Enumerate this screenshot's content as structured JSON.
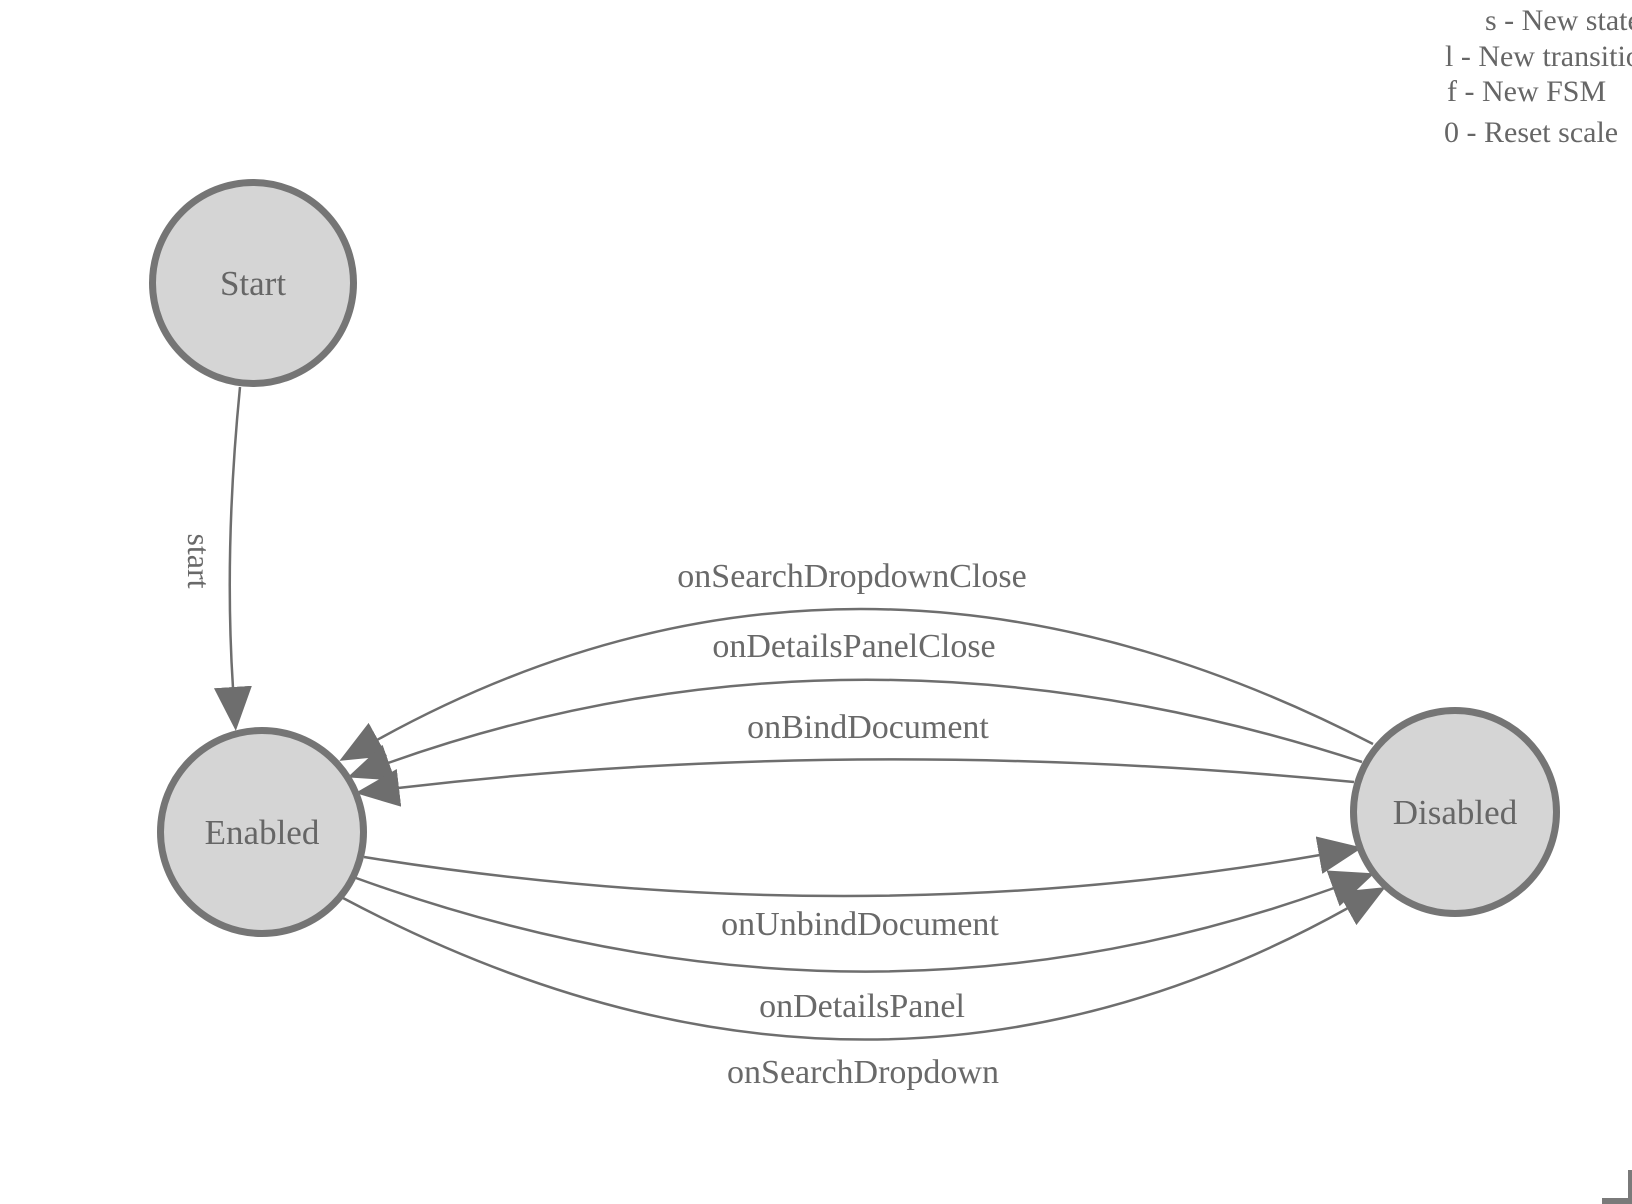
{
  "diagram": {
    "nodes": [
      {
        "id": "start",
        "label": "Start"
      },
      {
        "id": "enabled",
        "label": "Enabled"
      },
      {
        "id": "disabled",
        "label": "Disabled"
      }
    ],
    "initial_transition": {
      "label": "start",
      "from": "Start",
      "to": "Enabled"
    },
    "transitions": [
      {
        "label": "onSearchDropdownClose",
        "from": "Disabled",
        "to": "Enabled"
      },
      {
        "label": "onDetailsPanelClose",
        "from": "Disabled",
        "to": "Enabled"
      },
      {
        "label": "onBindDocument",
        "from": "Disabled",
        "to": "Enabled"
      },
      {
        "label": "onUnbindDocument",
        "from": "Enabled",
        "to": "Disabled"
      },
      {
        "label": "onDetailsPanel",
        "from": "Enabled",
        "to": "Disabled"
      },
      {
        "label": "onSearchDropdown",
        "from": "Enabled",
        "to": "Disabled"
      }
    ]
  },
  "legend": [
    {
      "shortcut": "s",
      "text": "s - New state"
    },
    {
      "shortcut": "l",
      "text": "l - New transition"
    },
    {
      "shortcut": "f",
      "text": "f - New FSM"
    },
    {
      "shortcut": "0",
      "text": "0 - Reset scale"
    }
  ],
  "colors": {
    "node_fill": "#d5d5d5",
    "node_border": "#757575",
    "edge": "#6e6e6e",
    "label_text": "#696969",
    "legend_text": "#666666"
  }
}
